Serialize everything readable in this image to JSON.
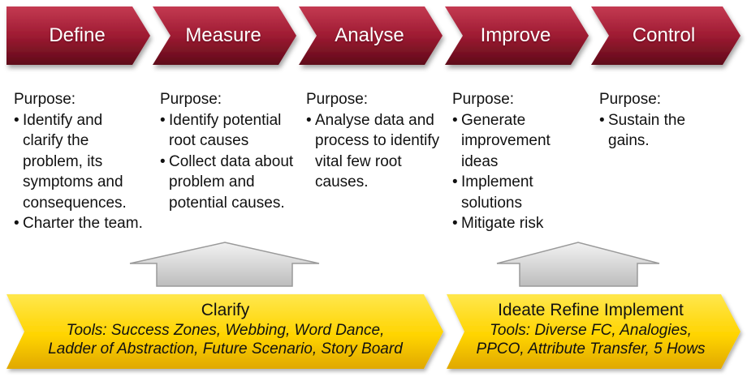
{
  "phases": [
    {
      "label": "Define"
    },
    {
      "label": "Measure"
    },
    {
      "label": "Analyse"
    },
    {
      "label": "Improve"
    },
    {
      "label": "Control"
    }
  ],
  "columns": [
    {
      "purpose": "Purpose:",
      "bullets": [
        "Identify and clarify the problem, its symptoms and consequences.",
        "Charter the team."
      ]
    },
    {
      "purpose": "Purpose:",
      "bullets": [
        "Identify potential root causes",
        "Collect data about problem and potential causes."
      ]
    },
    {
      "purpose": "Purpose:",
      "bullets": [
        "Analyse data and process to identify vital few root causes."
      ]
    },
    {
      "purpose": "Purpose:",
      "bullets": [
        "Generate improvement ideas",
        "Implement solutions",
        "Mitigate risk"
      ]
    },
    {
      "purpose": "Purpose:",
      "bullets": [
        "Sustain the gains."
      ]
    }
  ],
  "tool_boxes": [
    {
      "title": "Clarify",
      "lines": [
        "Tools: Success Zones, Webbing, Word Dance,",
        "Ladder of Abstraction, Future Scenario, Story Board"
      ]
    },
    {
      "title": "Ideate Refine Implement",
      "lines": [
        "Tools: Diverse FC, Analogies,",
        "PPCO, Attribute Transfer, 5 Hows"
      ]
    }
  ],
  "colors": {
    "phase_arrow": "#9e1b32",
    "phase_arrow_dark": "#6e0d1f",
    "tool_arrow": "#ffd400",
    "tool_arrow_dark": "#d9a800",
    "up_arrow": "#cfcfcf"
  }
}
